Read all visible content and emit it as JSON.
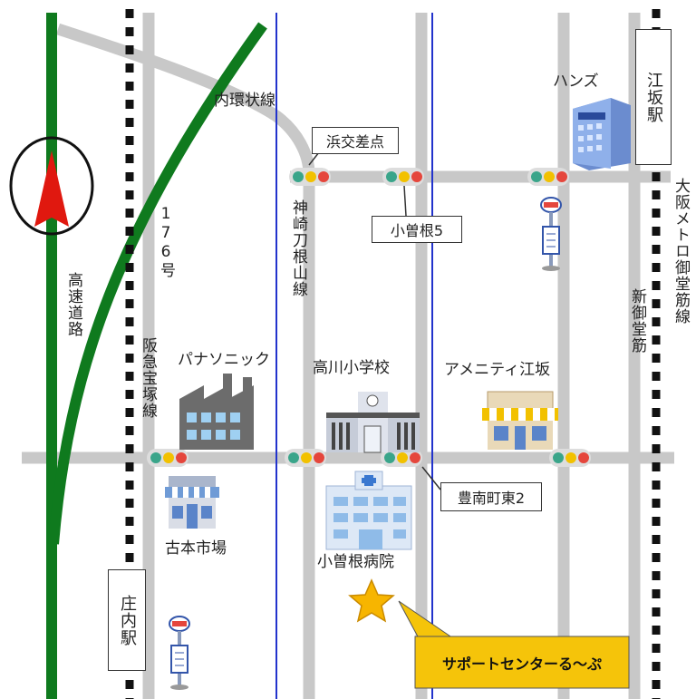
{
  "roads": {
    "expressway": "高速道路",
    "route176": "176号",
    "naikanjo": "内環状線",
    "kanzaki": "神崎刀根山線"
  },
  "railways": {
    "hankyu": "阪急宝塚線",
    "shinmidosuji": "新御堂筋",
    "metro": "大阪メトロ御堂筋線"
  },
  "stations": {
    "esaka": "江坂駅",
    "shonai": "庄内駅"
  },
  "intersections": {
    "hamako": "浜交差点",
    "sone5": "小曽根5",
    "toyominami": "豊南町東2"
  },
  "landmarks": {
    "hands": "ハンズ",
    "panasonic": "パナソニック",
    "school": "高川小学校",
    "amenity": "アメニティ江坂",
    "market": "古本市場",
    "hospital": "小曽根病院"
  },
  "destination": "サポートセンターる～ぷ",
  "colors": {
    "expressway": "#0f7a1e",
    "road": "#c8c8c8",
    "river": "#2233cc",
    "north_arrow": "#e0180f",
    "callout": "#f5c40a",
    "star": "#f7b500",
    "signal_green": "#3aa58a",
    "signal_yellow": "#f2c100",
    "signal_red": "#e5463c"
  },
  "icons": [
    "north-arrow-icon",
    "traffic-signal-icon",
    "bus-stop-icon",
    "building-icon",
    "factory-icon",
    "school-icon",
    "shop-icon",
    "hospital-icon",
    "star-icon"
  ]
}
